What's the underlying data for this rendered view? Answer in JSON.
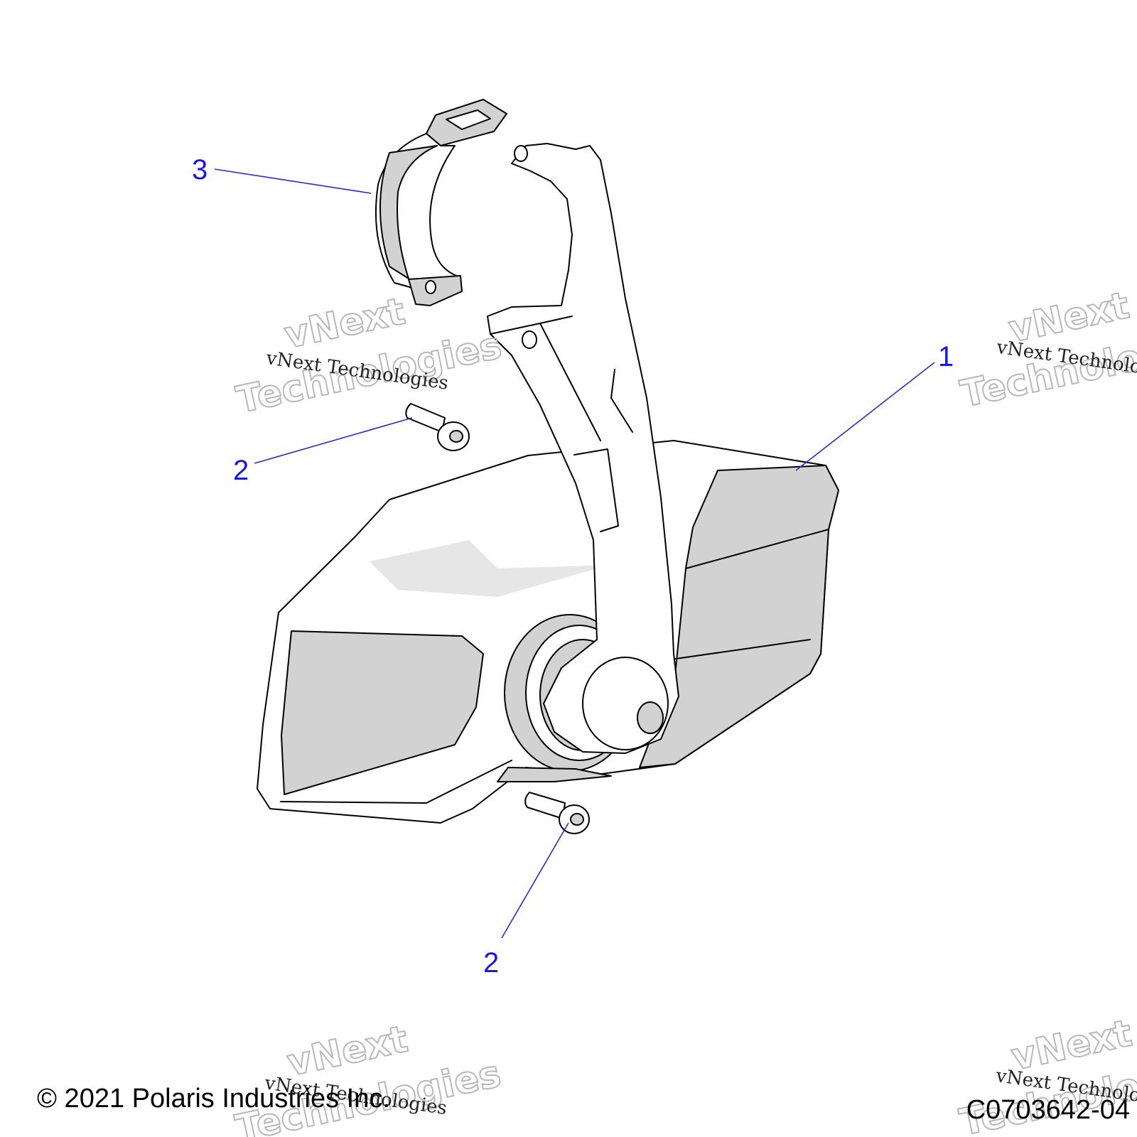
{
  "callouts": [
    {
      "id": "1",
      "label": "1"
    },
    {
      "id": "2a",
      "label": "2"
    },
    {
      "id": "2b",
      "label": "2"
    },
    {
      "id": "3",
      "label": "3"
    }
  ],
  "footer": {
    "copyright": "© 2021 Polaris Industries Inc.",
    "figure_id": "C0703642-04"
  },
  "watermark": {
    "small": "vNext Technologies",
    "big_line1": "vNext",
    "big_line2": "Technologies"
  },
  "colors": {
    "callout": "#1a1ad8",
    "part_fill": "#d2d2d2",
    "line": "#000000"
  }
}
